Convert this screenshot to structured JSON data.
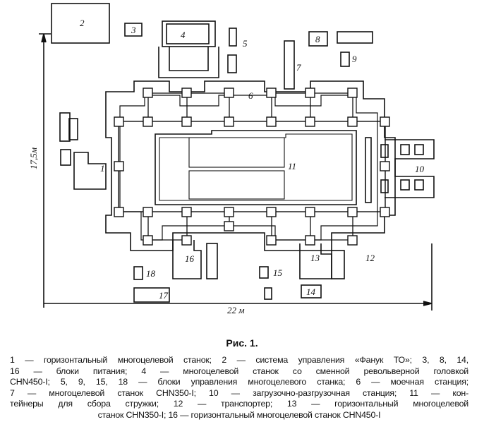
{
  "figure": {
    "labels": [
      "1",
      "2",
      "3",
      "4",
      "5",
      "6",
      "7",
      "8",
      "9",
      "10",
      "11",
      "12",
      "13",
      "14",
      "15",
      "16",
      "17",
      "18"
    ],
    "dim_vertical": "17,5м",
    "dim_horizontal": "22 м",
    "title": "Рис. 1.",
    "caption_lines": [
      "1 — горизонтальный многоцелевой станок; 2 — система управления «Фанук ТО»; 3, 8, 14,",
      "16 — блоки питания; 4 — многоцелевой станок со сменной револьверной головкой",
      "CHN450-I; 5, 9, 15, 18 — блоки управления многоцелевого станка; 6 — моечная станция;",
      "7 — многоцелевой станок CHN350-I; 10 — загрузочно-разгрузочная станция; 11 — кон-",
      "тейнеры для сбора стружки; 12 — транспортер; 13 — горизонтальный многоцелевой",
      "станок CHN350-I; 16 — горизонтальный многоцелевой станок CHN450-I"
    ]
  }
}
